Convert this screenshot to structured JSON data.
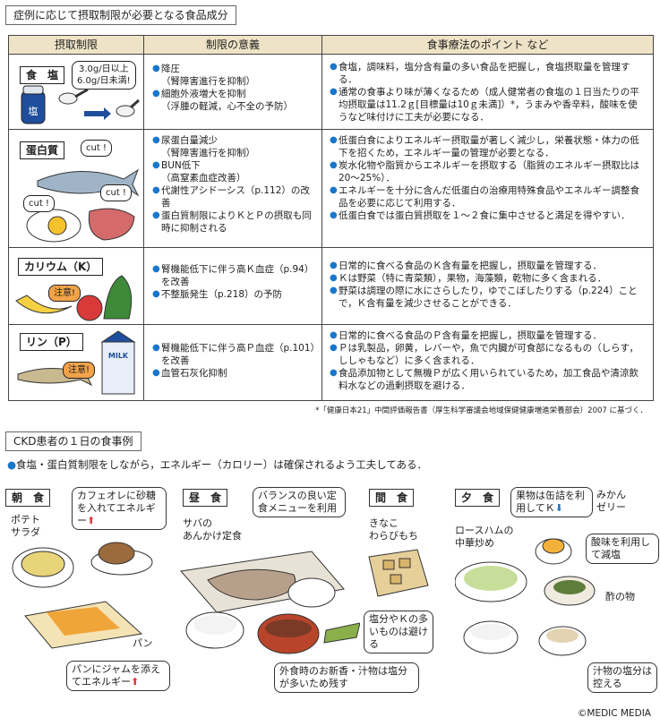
{
  "titles": {
    "top": "症例に応じて摂取制限が必要となる食品成分",
    "bottom": "CKD患者の１日の食事例"
  },
  "table": {
    "headers": [
      "摂取制限",
      "制限の意義",
      "食事療法のポイント など"
    ],
    "rows": [
      {
        "label": "食　塩",
        "bubbles": [
          "3.0g/日以上\n6.0g/日未満!"
        ],
        "icon_text": "塩",
        "meaning": [
          "降圧\n（腎障害進行を抑制）",
          "細胞外液増大を抑制\n（浮腫の軽減，心不全の予防）"
        ],
        "points": [
          "食塩，調味料，塩分含有量の多い食品を把握し，食塩摂取量を管理する．",
          "通常の食事より味が薄くなるため（成人健常者の食塩の１日当たりの平均摂取量は11.2ｇ[目標量は10ｇ未満]）*，うまみや香辛料，酸味を使うなど味付けに工夫が必要になる．"
        ]
      },
      {
        "label": "蛋白質",
        "bubbles": [
          "cut !",
          "cut !",
          "cut !"
        ],
        "meaning": [
          "尿蛋白量減少\n（腎障害進行を抑制）",
          "BUN低下\n（高窒素血症改善）",
          "代謝性アシドーシス（p.112）の改善",
          "蛋白質制限によりＫとＰの摂取も同時に抑制される"
        ],
        "points": [
          "低蛋白食によりエネルギー摂取量が著しく減少し，栄養状態・体力の低下を招くため，エネルギー量の管理が必要となる．",
          "炭水化物や脂質からエネルギーを摂取する（脂質のエネルギー摂取比は20～25%）．",
          "エネルギーを十分に含んだ低蛋白の治療用特殊食品やエネルギー調整食品を必要に応じて利用する．",
          "低蛋白食では蛋白質摂取を１～２食に集中させると満足を得やすい．"
        ]
      },
      {
        "label": "カリウム（K）",
        "bubbles": [
          "注意!"
        ],
        "meaning": [
          "腎機能低下に伴う高Ｋ血症（p.94）を改善",
          "不整脈発生（p.218）の予防"
        ],
        "points": [
          "日常的に食べる食品のＫ含有量を把握し，摂取量を管理する．",
          "Ｋは野菜（特に青菜類），果物，海藻類，乾物に多く含まれる．",
          "野菜は調理の際に水にさらしたり，ゆでこぼしたりする（p.224）ことで，Ｋ含有量を減少させることができる．"
        ]
      },
      {
        "label": "リン（P）",
        "bubbles": [
          "注意!"
        ],
        "icon_text": "MILK",
        "meaning": [
          "腎機能低下に伴う高Ｐ血症（p.101）を改善",
          "血管石灰化抑制"
        ],
        "points": [
          "日常的に食べる食品のＰ含有量を把握し，摂取量を管理する．",
          "Ｐは乳製品，卵黄，レバーや，魚で内臓が可食部になるもの（しらす，ししゃもなど）に多く含まれる．",
          "食品添加物として無機Ｐが広く用いられているため，加工食品や清涼飲料水などの過剰摂取を避ける．"
        ]
      }
    ],
    "footnote": "*「健康日本21」中間評価報告書（厚生科学審議会地域保健健康増進栄養部会）2007 に基づく．"
  },
  "diet": {
    "intro": "食塩・蛋白質制限をしながら，エネルギー（カロリー）は確保されるよう工夫してある．",
    "meals": [
      {
        "name": "朝　食",
        "items": [
          "ポテト\nサラダ",
          "パン"
        ],
        "callouts": [
          "カフェオレに砂糖を入れてエネルギー",
          "パンにジャムを添えてエネルギー"
        ]
      },
      {
        "name": "昼　食",
        "items": [
          "サバの\nあんかけ定食"
        ],
        "callouts": [
          "バランスの良い定食メニューを利用",
          "外食時のお新香・汁物は塩分が多いため残す"
        ]
      },
      {
        "name": "間　食",
        "items": [
          "きなこ\nわらびもち"
        ],
        "callouts": [
          "塩分やＫの多いものは避ける"
        ]
      },
      {
        "name": "夕　食",
        "items": [
          "ロースハムの\n中華炒め",
          "みかん\nゼリー",
          "酢の物"
        ],
        "callouts": [
          "果物は缶詰を利用してＫ",
          "酸味を利用して減塩",
          "汁物の塩分は控える"
        ]
      }
    ]
  },
  "copyright": "©MEDIC MEDIA",
  "colors": {
    "header_bg": "#efe3c7",
    "bullet": "#1a76c9",
    "up_arrow": "#e23a3a",
    "down_arrow": "#1a76c9"
  }
}
